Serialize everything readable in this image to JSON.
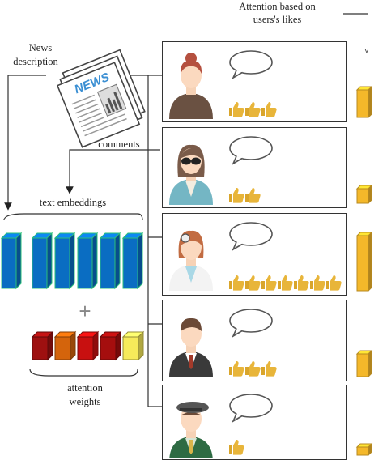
{
  "legend": {
    "line1": "Attention based on",
    "line2": "users's likes"
  },
  "news": {
    "line1": "News",
    "line2": "description",
    "paper_title": "NEWS"
  },
  "comments_label": "comments",
  "embeddings_label": "text embeddings",
  "plus_sign": "+",
  "attention": {
    "line1": "attention",
    "line2": "weights"
  },
  "users": [
    {
      "id": "user-1",
      "likes": 3,
      "attention_bar": 0.45
    },
    {
      "id": "user-2",
      "likes": 2,
      "attention_bar": 0.26
    },
    {
      "id": "user-3",
      "likes": 7,
      "attention_bar": 0.85
    },
    {
      "id": "user-4",
      "likes": 3,
      "attention_bar": 0.38
    },
    {
      "id": "user-5",
      "likes": 1,
      "attention_bar": 0.16
    }
  ],
  "colors": {
    "embedding_blue": "#0a6dc2",
    "embedding_edge": "#2bbf7a",
    "bar_gold": "#f4b82a",
    "thumb_gold": "#e8b53a",
    "attention_cubes": [
      "#9e1010",
      "#d4640c",
      "#c81010",
      "#a50e0e",
      "#f6ea5a"
    ]
  }
}
